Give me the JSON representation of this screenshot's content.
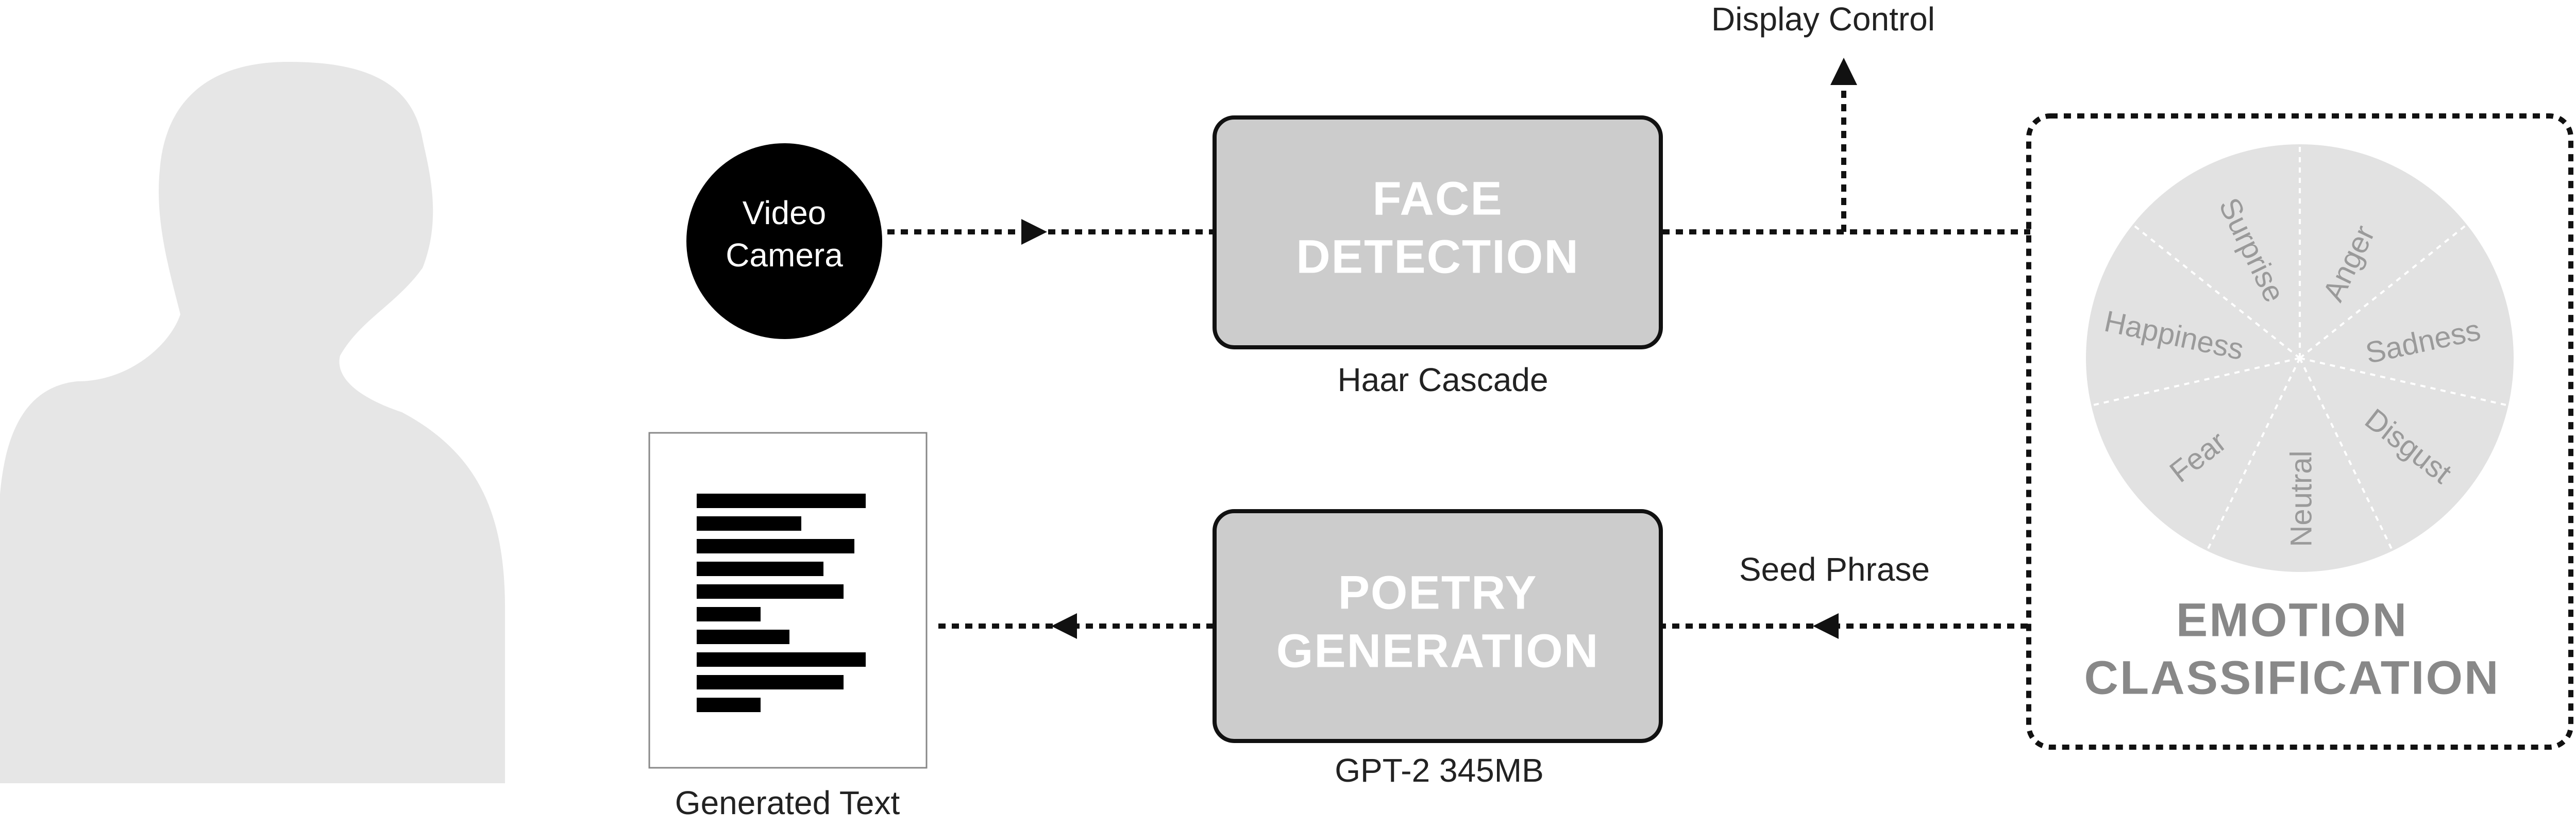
{
  "nodes": {
    "camera": {
      "line1": "Video",
      "line2": "Camera"
    },
    "face_detection": {
      "line1": "FACE",
      "line2": "DETECTION",
      "caption": "Haar Cascade"
    },
    "poetry_generation": {
      "line1": "POETRY",
      "line2": "GENERATION",
      "caption": "GPT-2 345MB"
    },
    "emotion_classification": {
      "line1": "EMOTION",
      "line2": "CLASSIFICATION",
      "emotions": [
        "Surprise",
        "Anger",
        "Sadness",
        "Disgust",
        "Neutral",
        "Fear",
        "Happiness"
      ]
    },
    "generated_text": {
      "caption": "Generated Text"
    }
  },
  "edges": {
    "display_control": "Display Control",
    "seed_phrase": "Seed Phrase"
  },
  "colors": {
    "box_fill": "#cccccc",
    "wheel_fill": "#e2e2e2",
    "silhouette": "#e6e6e6",
    "line": "#111111"
  }
}
